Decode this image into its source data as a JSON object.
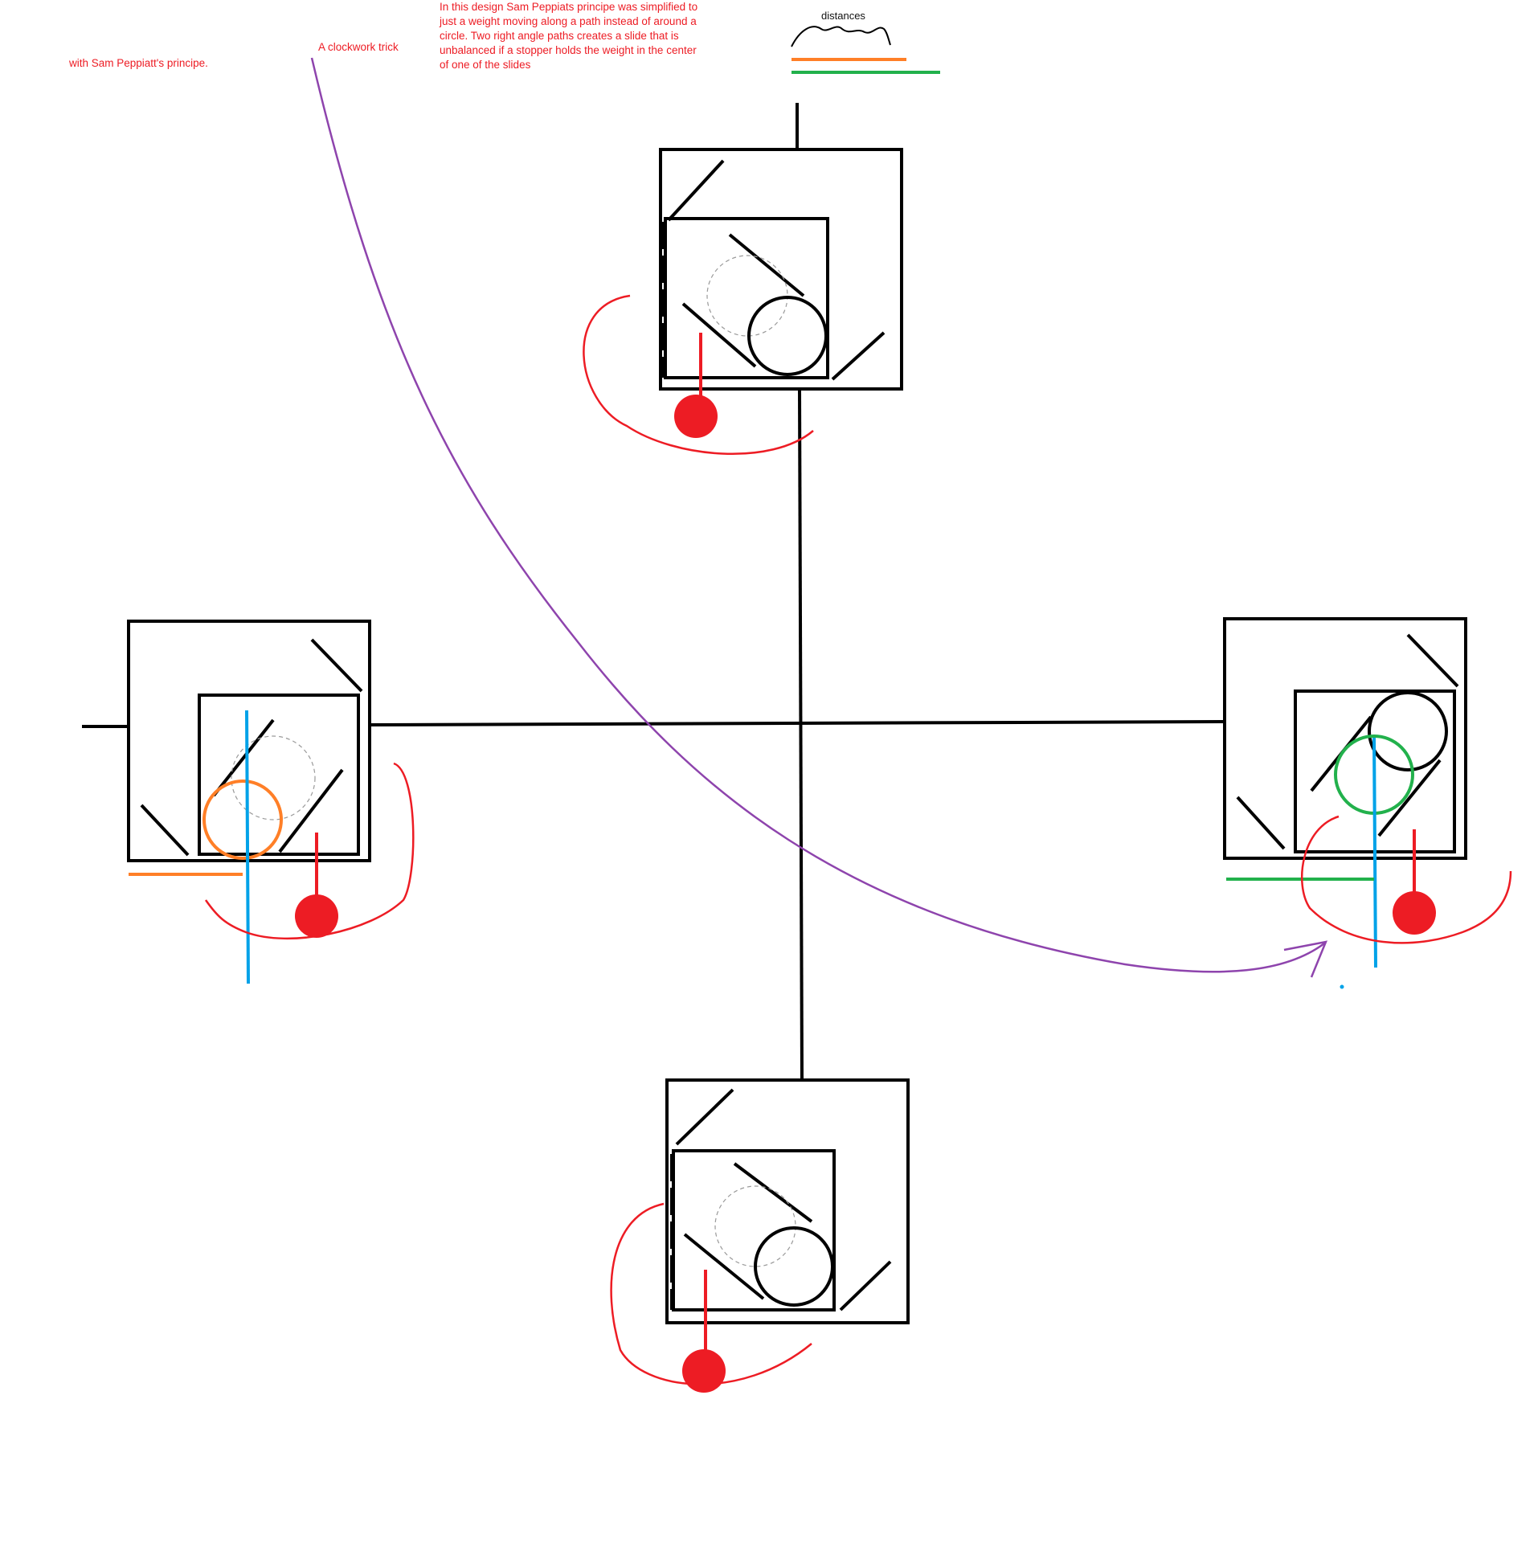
{
  "annotations": {
    "main_note": "In this design Sam Peppiats principe was simplified to\njust a weight moving along a path instead of around a\ncircle.  Two right angle paths creates a slide that is\nunbalanced if a stopper holds the weight in the center\nof one of the slides",
    "clockwork_trick": "A clockwork trick",
    "principle_note": "with Sam Peppiatt's principe.",
    "distances_label": "distances"
  },
  "colors": {
    "ink": "#000000",
    "annotation_red": "#ed1c24",
    "weight_red": "#ed1c24",
    "arrow_purple": "#8e44ad",
    "measure_orange": "#ff7f27",
    "measure_green": "#22b14c",
    "center_line_blue": "#00a2e8",
    "ghost_circle": "#9a9a9a"
  },
  "diagram": {
    "units": [
      "top",
      "left",
      "right",
      "bottom"
    ],
    "icons": [
      "weight-pendulum-icon",
      "rotation-arrow-icon",
      "distance-wave-icon"
    ]
  }
}
